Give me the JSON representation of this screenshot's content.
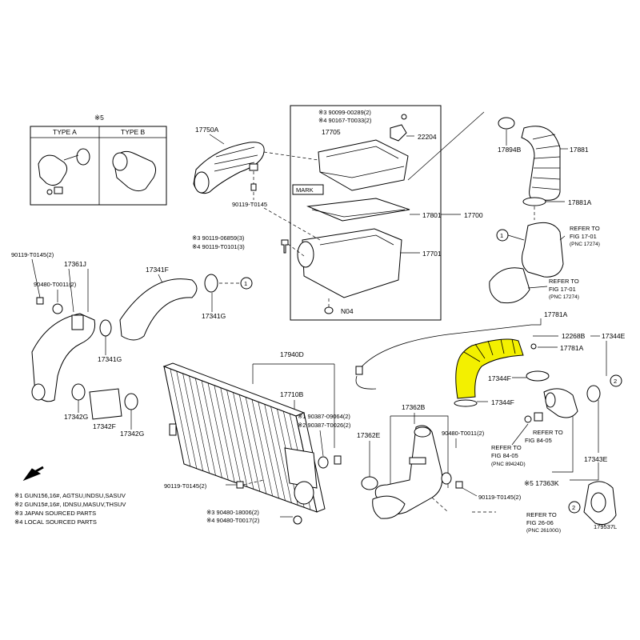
{
  "group_label": "※5",
  "type_a": "TYPE A",
  "type_b": "TYPE B",
  "labels": {
    "p17750A": "17750A",
    "p90119_T0145": "90119-T0145",
    "p390099": "※3 90099-00289(2)",
    "p490167": "※4 90167-T0033(2)",
    "p17705": "17705",
    "p22204": "22204",
    "mark": "MARK",
    "p17801": "17801",
    "p17700": "17700",
    "p390119_06859": "※3 90119-06859(3)",
    "p490119_T0101": "※4 90119-T0101(3)",
    "p17701": "17701",
    "n04": "N04",
    "p17894B": "17894B",
    "p17881": "17881",
    "p17881A": "17881A",
    "p90119_T0145_2a": "90119-T0145(2)",
    "p17361J": "17361J",
    "p90480_T0011_2a": "90480-T0011(2)",
    "p17341F": "17341F",
    "p17341G_a": "17341G",
    "p17341G_b": "17341G",
    "p17342G_a": "17342G",
    "p17342F": "17342F",
    "p17342G_b": "17342G",
    "p17940D": "17940D",
    "p17710B": "17710B",
    "p190387": "※1 90387-09064(2)",
    "p290387": "※2 90387-T0026(2)",
    "p90119_T0145_2b": "90119-T0145(2)",
    "p390480_18006": "※3 90480-18006(2)",
    "p490480_T0017": "※4 90480-T0017(2)",
    "p17781A_a": "17781A",
    "p12268B": "12268B",
    "p17344E": "17344E",
    "p17781A_b": "17781A",
    "p17344F_a": "17344F",
    "p17344F_b": "17344F",
    "p17362B": "17362B",
    "p17362E": "17362E",
    "p90480_T0011_2b": "90480-T0011(2)",
    "p90119_T0145_2c": "90119-T0145(2)",
    "p17363K": "※5 17363K",
    "p17343E": "17343E",
    "figref": "179537L",
    "circle_1": "1",
    "circle_2": "2"
  },
  "refer_17_01_a": [
    "REFER TO",
    "FIG 17-01",
    "(PNC 17274)"
  ],
  "refer_17_01_b": [
    "REFER TO",
    "FIG 17-01",
    "(PNC 17274)"
  ],
  "refer_84_05_a": [
    "REFER TO",
    "FIG 84-05"
  ],
  "refer_84_05_b": [
    "REFER TO",
    "FIG 84-05",
    "(PNC 89424D)"
  ],
  "refer_26_06": [
    "REFER TO",
    "FIG 26-06",
    "(PNC 26100G)"
  ],
  "notes": [
    "※1 GUN156,16#, AGTSU,INDSU,SASUV",
    "※2 GUN15#,16#, IDNSU,MASUV,THSUV",
    "※3 JAPAN SOURCED PARTS",
    "※4 LOCAL SOURCED PARTS"
  ],
  "colors": {
    "highlight": "#f3f000",
    "line": "#000000"
  }
}
